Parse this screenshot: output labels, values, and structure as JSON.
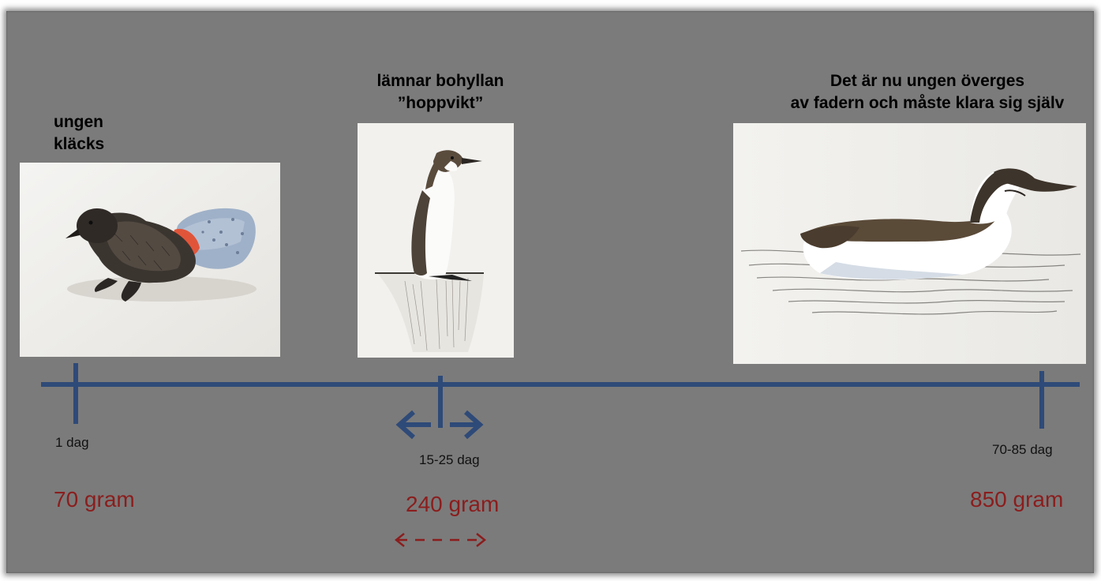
{
  "captions": {
    "hatch_line1": "ungen",
    "hatch_line2": "kläcks",
    "leave_line1": "lämnar bohyllan",
    "leave_line2": "”hoppvikt”",
    "alone_line1": "Det är nu ungen överges",
    "alone_line2": "av fadern och måste klara sig själv"
  },
  "days": {
    "hatch": "1 dag",
    "leave": "15-25 dag",
    "alone": "70-85 dag"
  },
  "weights": {
    "hatch": "70 gram",
    "leave": "240 gram",
    "alone": "850 gram"
  },
  "colors": {
    "background": "#7b7b7b",
    "timeline": "#2e4a78",
    "weight_text": "#8b1d1d"
  }
}
